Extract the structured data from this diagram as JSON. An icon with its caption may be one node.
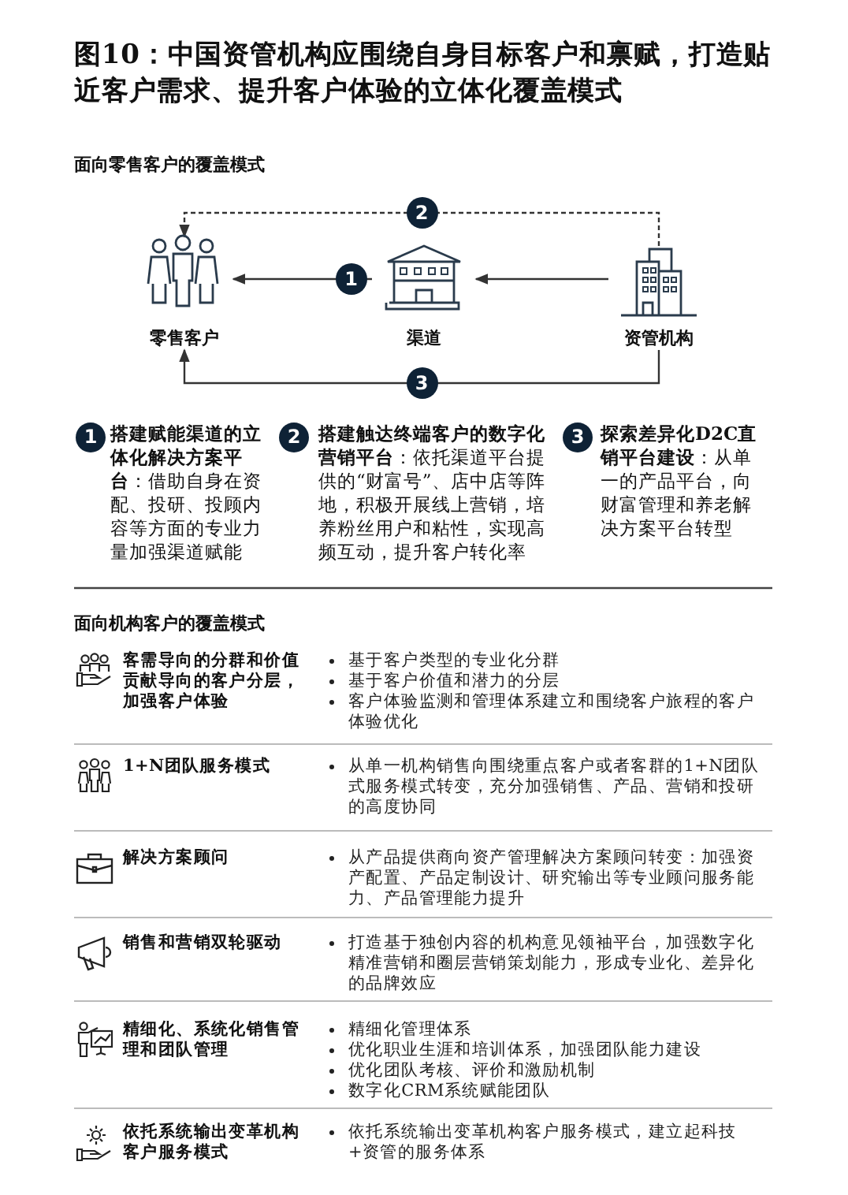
{
  "diagram": {
    "title": "图10：中国资管机构应围绕自身目标客户和禀赋，打造贴近客户需求、提升客户体验的立体化覆盖模式",
    "nodes": [
      {
        "text": [
          "零售客户"
        ]
      },
      {
        "text": [
          "渠道"
        ]
      },
      {
        "text": [
          "资管机构"
        ]
      }
    ],
    "edges": [
      {
        "from": 2,
        "to": 1,
        "arrow": "to"
      },
      {
        "from": 1,
        "to": 0,
        "arrow": "to",
        "label": "1"
      },
      {
        "from": 2,
        "to": 0,
        "arrow": "to",
        "label": "2",
        "style": "dashed"
      },
      {
        "from": 2,
        "to": 0,
        "arrow": "to",
        "label": "3"
      }
    ],
    "labels": [
      "面向零售客户的覆盖模式",
      "1",
      "**搭建赋能渠道的立体化解决方案平台**：借助自身在资配、投研、投顾内容等方面的专业力量加强渠道赋能",
      "2",
      "**搭建触达终端客户的数字化营销平台**：依托渠道平台提供的“财富号”、店中店等阵地，积极开展线上营销，培养粉丝用户和粘性，实现高频互动，提升客户转化率",
      "3",
      "**探索差异化D2C直销平台建设**：从单一的产品平台，向财富管理和养老解决方案平台转型",
      "面向机构客户的覆盖模式",
      "客需导向的分群和价值贡献导向的客户分层，加强客户体验",
      "基于客户类型的专业化分群",
      "基于客户价值和潜力的分层",
      "客户体验监测和管理体系建立和围绕客户旅程的客户体验优化",
      "1+N团队服务模式",
      "从单一机构销售向围绕重点客户或者客群的1+N团队式服务模式转变，充分加强销售、产品、营销和投研的高度协同",
      "解决方案顾问",
      "从产品提供商向资产管理解决方案顾问转变：加强资产配置、产品定制设计、研究输出等专业顾问服务能力、产品管理能力提升",
      "销售和营销双轮驱动",
      "打造基于独创内容的机构意见领袖平台，加强数字化精准营销和圈层营销策划能力，形成专业化、差异化的品牌效应",
      "精细化、系统化销售管理和团队管理",
      "精细化管理体系",
      "优化职业生涯和培训体系，加强团队能力建设",
      "优化团队考核、评价和激励机制",
      "数字化CRM系统赋能团队",
      "依托系统输出变革机构客户服务模式",
      "依托系统输出变革机构客户服务模式，建立起科技+资管的服务体系"
    ]
  }
}
